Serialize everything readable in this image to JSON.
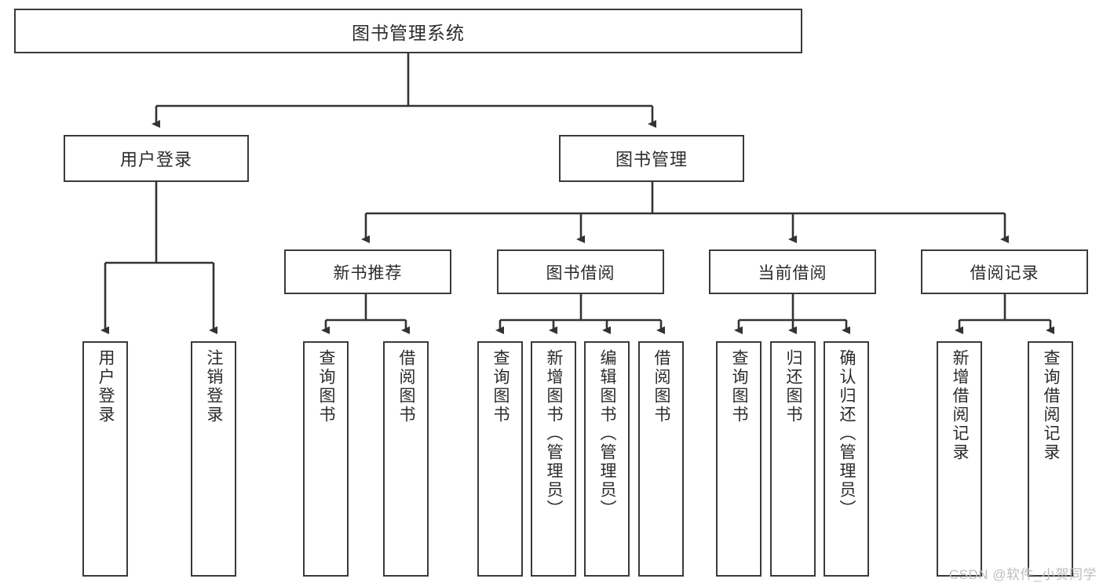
{
  "diagram": {
    "title": "图书管理系统",
    "type": "tree",
    "watermark": "CSDN @软件_小贺同学",
    "colors": {
      "box_border": "#3a3a3a",
      "box_fill": "#ffffff",
      "text": "#2b2b2b",
      "connector": "#333333",
      "watermark": "#bdbdbd",
      "background": "#ffffff"
    },
    "root": {
      "label": "图书管理系统"
    },
    "level1": [
      {
        "id": "user-login",
        "label": "用户登录"
      },
      {
        "id": "book-manage",
        "label": "图书管理"
      }
    ],
    "level2": [
      {
        "id": "new-book-recommend",
        "label": "新书推荐",
        "parent": "book-manage"
      },
      {
        "id": "book-borrow",
        "label": "图书借阅",
        "parent": "book-manage"
      },
      {
        "id": "current-borrow",
        "label": "当前借阅",
        "parent": "book-manage"
      },
      {
        "id": "borrow-record",
        "label": "借阅记录",
        "parent": "book-manage"
      }
    ],
    "leaves": {
      "user-login": [
        {
          "id": "leaf-user-login",
          "label": "用户登录"
        },
        {
          "id": "leaf-logout",
          "label": "注销登录"
        }
      ],
      "new-book-recommend": [
        {
          "id": "leaf-query-book-1",
          "label": "查询图书"
        },
        {
          "id": "leaf-borrow-book-1",
          "label": "借阅图书"
        }
      ],
      "book-borrow": [
        {
          "id": "leaf-query-book-2",
          "label": "查询图书"
        },
        {
          "id": "leaf-add-book",
          "label": "新增图书（管理员）"
        },
        {
          "id": "leaf-edit-book",
          "label": "编辑图书（管理员）"
        },
        {
          "id": "leaf-borrow-book-2",
          "label": "借阅图书"
        }
      ],
      "current-borrow": [
        {
          "id": "leaf-query-book-3",
          "label": "查询图书"
        },
        {
          "id": "leaf-return-book",
          "label": "归还图书"
        },
        {
          "id": "leaf-confirm-return",
          "label": "确认归还（管理员）"
        }
      ],
      "borrow-record": [
        {
          "id": "leaf-add-record",
          "label": "新增借阅记录"
        },
        {
          "id": "leaf-query-record",
          "label": "查询借阅记录"
        }
      ]
    }
  }
}
